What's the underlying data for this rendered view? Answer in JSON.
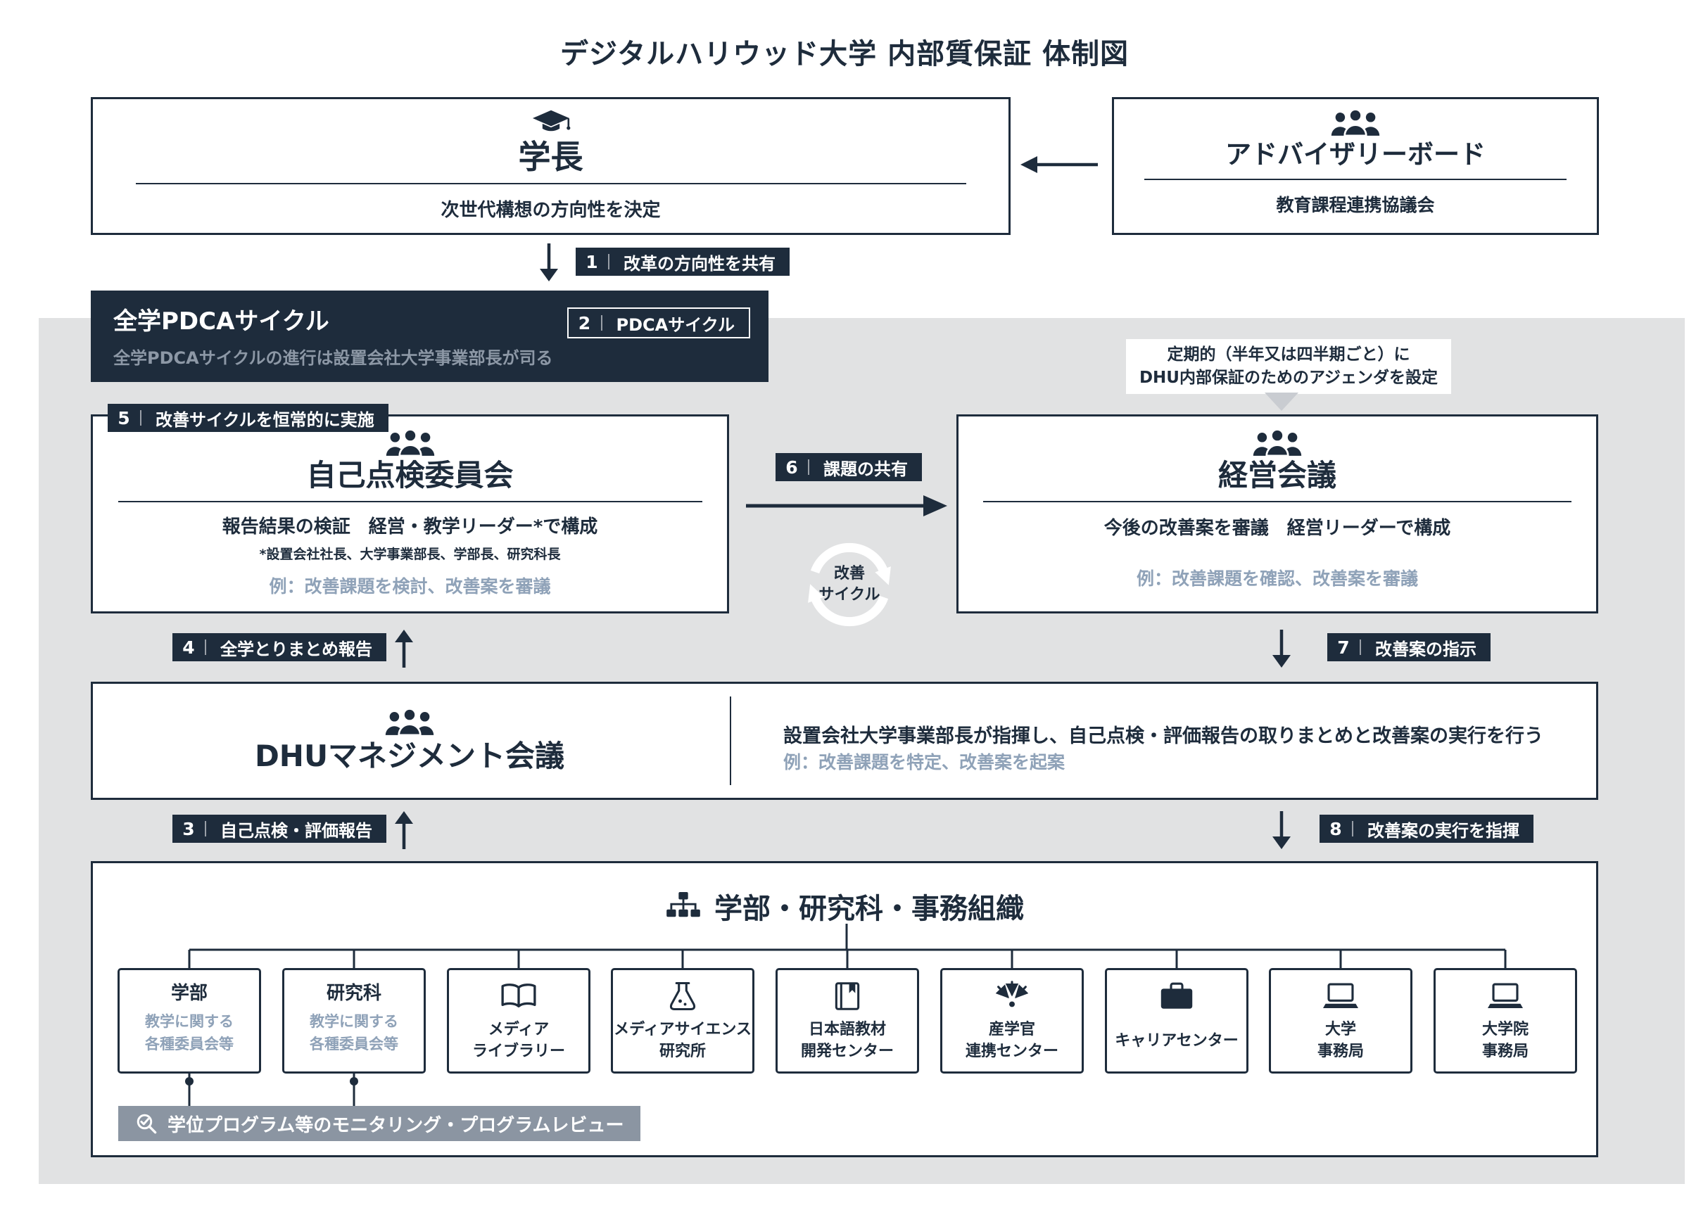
{
  "colors": {
    "navy": "#1e2c3c",
    "gray_background": "#e1e2e3",
    "muted_text": "#8fa2b8",
    "monitor_badge_gray": "#8b95a2",
    "white": "#ffffff"
  },
  "page_title": "デジタルハリウッド大学 内部質保証 体制図",
  "president": {
    "title": "学長",
    "subtitle": "次世代構想の方向性を決定",
    "icon": "graduation-cap"
  },
  "advisory": {
    "title": "アドバイザリーボード",
    "subtitle": "教育課程連携協議会",
    "icon": "people-group"
  },
  "steps": {
    "s1": {
      "num": "1",
      "label": "改革の方向性を共有"
    },
    "s2": {
      "num": "2",
      "label": "PDCAサイクル"
    },
    "s3": {
      "num": "3",
      "label": "自己点検・評価報告"
    },
    "s4": {
      "num": "4",
      "label": "全学とりまとめ報告"
    },
    "s5": {
      "num": "5",
      "label": "改善サイクルを恒常的に実施"
    },
    "s6": {
      "num": "6",
      "label": "課題の共有"
    },
    "s7": {
      "num": "7",
      "label": "改善案の指示"
    },
    "s8": {
      "num": "8",
      "label": "改善案の実行を指揮"
    }
  },
  "pdca_banner": {
    "title": "全学PDCAサイクル",
    "subtitle": "全学PDCAサイクルの進行は設置会社大学事業部長が司る"
  },
  "agenda_note": {
    "text": "定期的（半年又は四半期ごと）に\nDHU内部保証のためのアジェンダを設定"
  },
  "self_check": {
    "title": "自己点検委員会",
    "desc": "報告結果の検証　経営・教学リーダー*で構成",
    "footnote": "*設置会社社長、大学事業部長、学部長、研究科長",
    "example": "例：改善課題を検討、改善案を審議",
    "icon": "people-group"
  },
  "board_meeting": {
    "title": "経営会議",
    "desc": "今後の改善案を審議　経営リーダーで構成",
    "example": "例：改善課題を確認、改善案を審議",
    "icon": "people-group"
  },
  "cycle": {
    "label": "改善\nサイクル"
  },
  "dhu_meeting": {
    "title": "DHUマネジメント会議",
    "desc": "設置会社大学事業部長が指揮し、自己点検・評価報告の取りまとめと改善案の実行を行う",
    "example": "例：改善課題を特定、改善案を起案",
    "icon": "people-group"
  },
  "org": {
    "title": "学部・研究科・事務組織",
    "icon": "sitemap",
    "units": [
      {
        "name": "学部",
        "sub": "教学に関する\n各種委員会等"
      },
      {
        "name": "研究科",
        "sub": "教学に関する\n各種委員会等"
      },
      {
        "name": "メディア\nライブラリー",
        "icon": "open-book"
      },
      {
        "name": "メディアサイエンス\n研究所",
        "icon": "flask"
      },
      {
        "name": "日本語教材\n開発センター",
        "icon": "book"
      },
      {
        "name": "産学官\n連携センター",
        "icon": "collaboration"
      },
      {
        "name": "キャリアセンター",
        "icon": "briefcase"
      },
      {
        "name": "大学\n事務局",
        "icon": "laptop"
      },
      {
        "name": "大学院\n事務局",
        "icon": "laptop"
      }
    ],
    "monitoring": "学位プログラム等のモニタリング・プログラムレビュー"
  }
}
